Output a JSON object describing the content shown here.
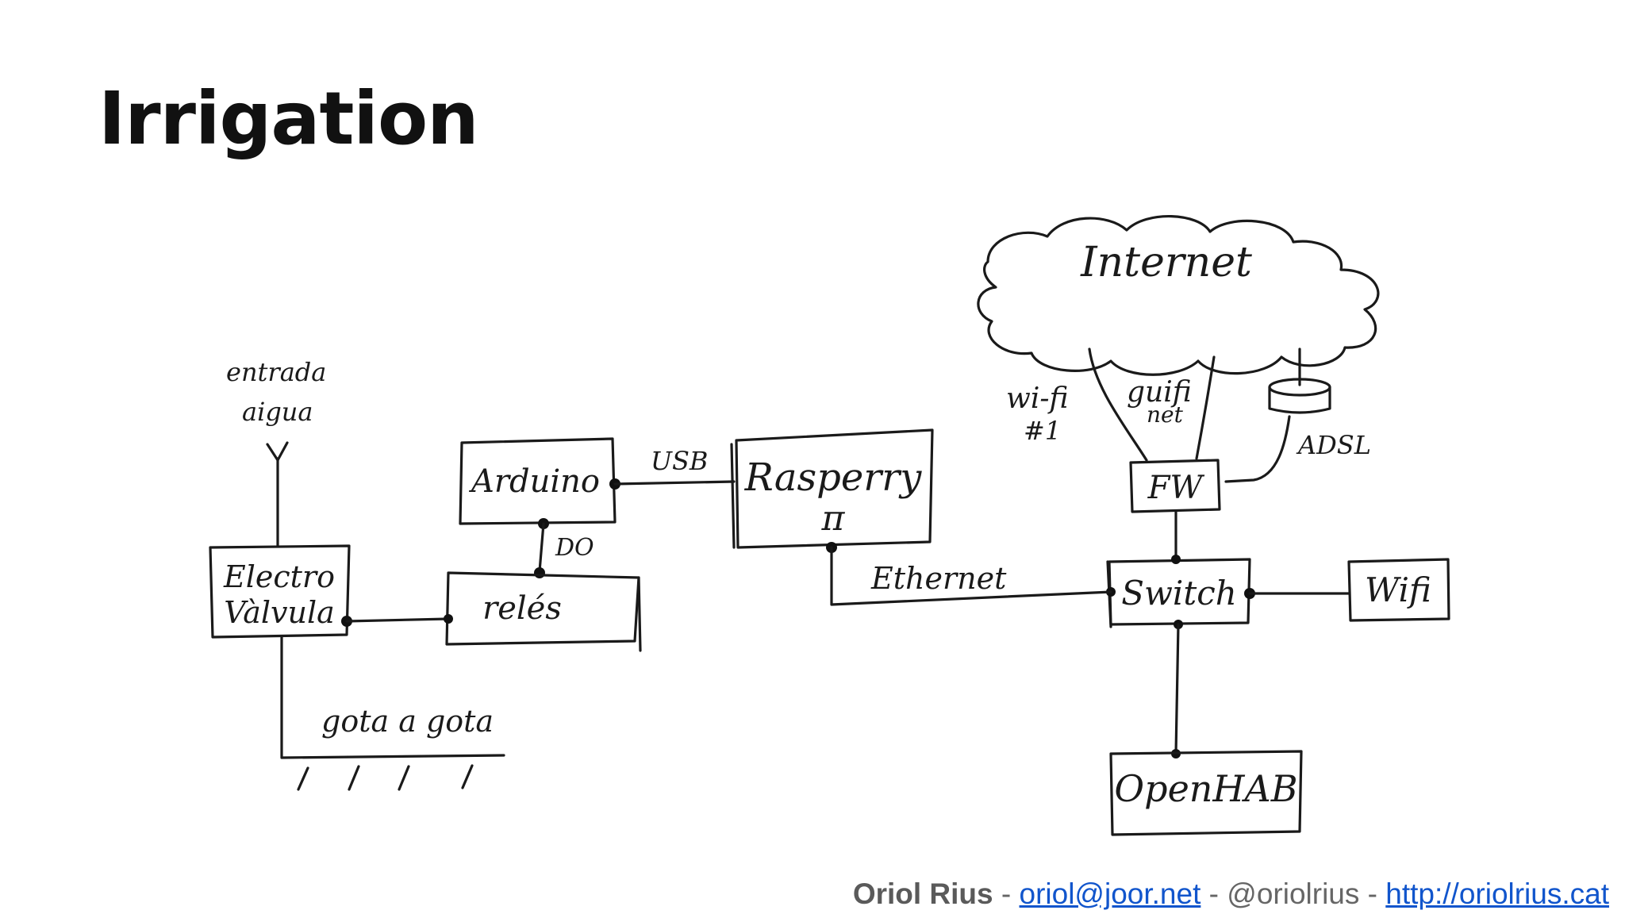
{
  "slide": {
    "title": "Irrigation"
  },
  "diagram": {
    "nodes": {
      "internet": "Internet",
      "arduino": "Arduino",
      "raspberry_line1": "Rasperry",
      "raspberry_line2": "π",
      "electrovalvula_line1": "Electro",
      "electrovalvula_line2": "Vàlvula",
      "reles": "relés",
      "fw": "FW",
      "switch": "Switch",
      "wifi_ap": "Wifi",
      "openhab": "OpenHAB"
    },
    "labels": {
      "water_in_line1": "entrada",
      "water_in_line2": "aigua",
      "usb": "USB",
      "do": "DO",
      "ethernet": "Ethernet",
      "drip": "gota a gota",
      "wifi1_line1": "wi-fi",
      "wifi1_line2": "#1",
      "guifi_line1": "guifi",
      "guifi_line2": "net",
      "adsl": "ADSL"
    },
    "colors": {
      "ink": "#1a1a1a"
    }
  },
  "footer": {
    "author": "Oriol Rius",
    "sep1": " - ",
    "email": "oriol@joor.net",
    "sep2": " - ",
    "handle": "@oriolrius",
    "sep3": " - ",
    "url": "http://oriolrius.cat",
    "link_color": "#1155cc"
  }
}
